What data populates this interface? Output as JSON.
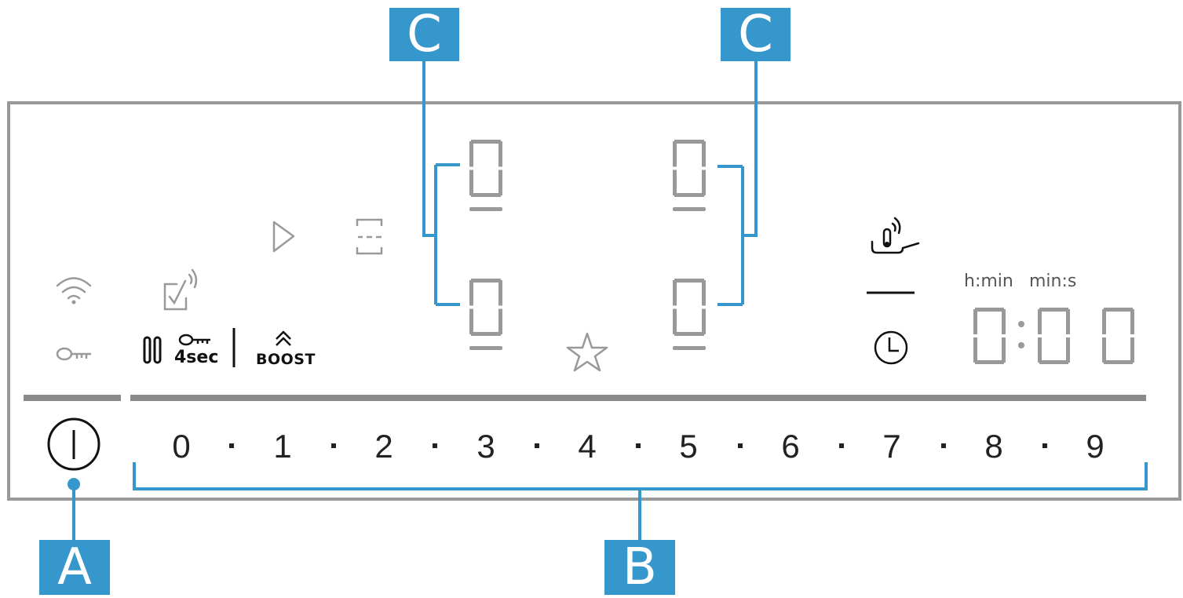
{
  "callouts": {
    "a": "A",
    "b": "B",
    "c_left": "C",
    "c_right": "C"
  },
  "power_level_scale": [
    "0",
    "1",
    "2",
    "3",
    "4",
    "5",
    "6",
    "7",
    "8",
    "9"
  ],
  "lock_duration_label": "4sec",
  "boost_label": "BOOST",
  "timer": {
    "format_left": "h:min",
    "format_right": "min:s",
    "digits": [
      "0",
      "0",
      "0"
    ]
  },
  "zone_displays": [
    "0",
    "0",
    "0",
    "0"
  ],
  "colors": {
    "accent": "#3597cc",
    "panel_border": "#999999",
    "display_gray": "#999999"
  },
  "icons": [
    "wifi-icon",
    "key-icon",
    "remote-start-icon",
    "play-icon",
    "zone-combine-icon",
    "pause-icon",
    "child-lock-icon",
    "boost-icon",
    "favorite-star-icon",
    "pan-sensor-icon",
    "timer-clock-icon",
    "power-icon"
  ]
}
